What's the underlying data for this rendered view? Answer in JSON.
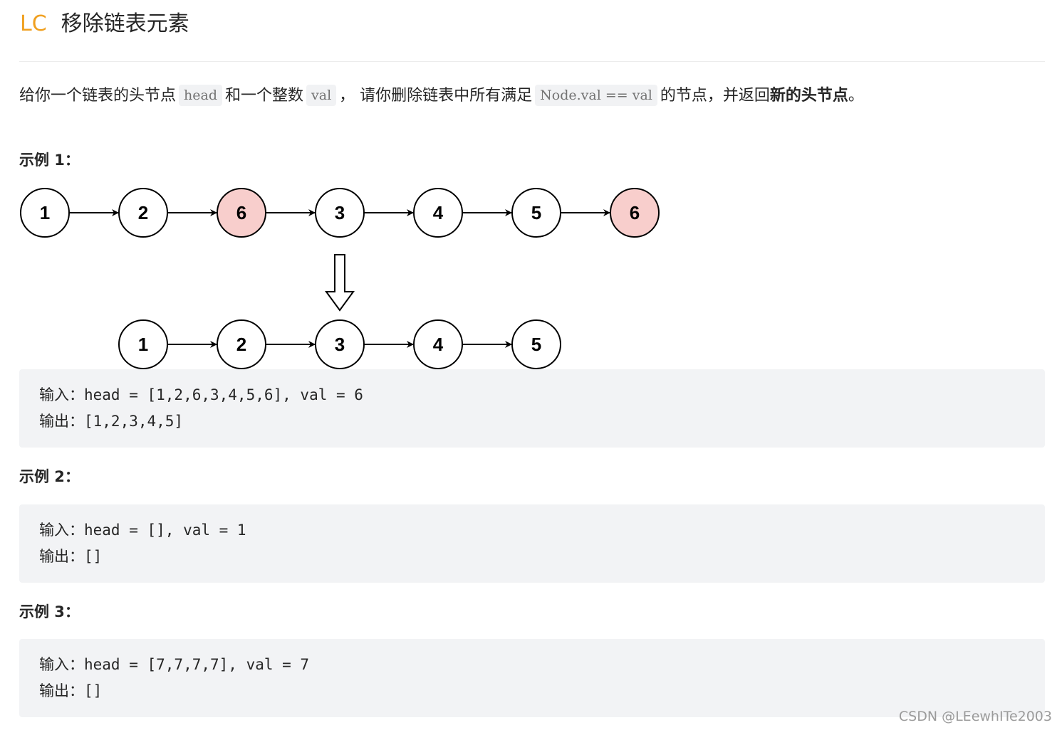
{
  "header": {
    "badge": "LC",
    "title": "移除链表元素"
  },
  "description": {
    "part1": "给你一个链表的头节点",
    "code1": "head",
    "part2": "和一个整数",
    "code2": "val",
    "part3": "，  请你删除链表中所有满足",
    "code3": "Node.val == val",
    "part4": "的节点，并返回",
    "emphasis": "新的头节点",
    "part5": "。"
  },
  "examples": [
    {
      "title": "示例 1：",
      "input_label": "输入：",
      "input": "head = [1,2,6,3,4,5,6], val = 6",
      "output_label": "输出：",
      "output": "[1,2,3,4,5]"
    },
    {
      "title": "示例 2：",
      "input_label": "输入：",
      "input": "head = [], val = 1",
      "output_label": "输出：",
      "output": "[]"
    },
    {
      "title": "示例 3：",
      "input_label": "输入：",
      "input": "head = [7,7,7,7], val = 7",
      "output_label": "输出：",
      "output": "[]"
    }
  ],
  "diagram": {
    "before_nodes": [
      "1",
      "2",
      "6",
      "3",
      "4",
      "5",
      "6"
    ],
    "removed_flags": [
      false,
      false,
      true,
      false,
      false,
      false,
      true
    ],
    "after_nodes": [
      "1",
      "2",
      "3",
      "4",
      "5"
    ],
    "removed_fill": "#f8cecc",
    "normal_fill": "#ffffff"
  },
  "watermark": "CSDN @LEewhITe2003",
  "colors": {
    "badge": "#f0a020",
    "code_bg": "#f2f3f5"
  }
}
